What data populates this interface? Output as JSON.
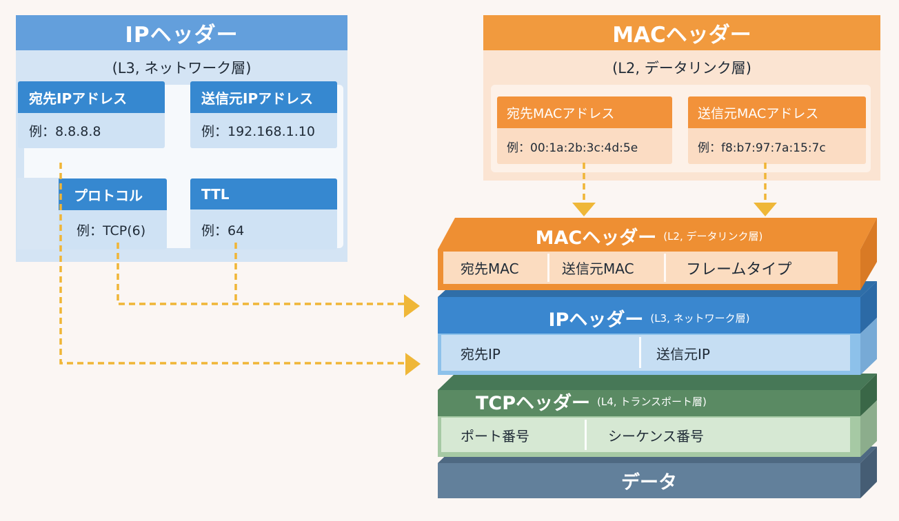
{
  "ip_card": {
    "title": "IPヘッダー",
    "subtitle": "(L3, ネットワーク層)",
    "fields": [
      {
        "label": "宛先IPアドレス",
        "example": "例：8.8.8.8"
      },
      {
        "label": "送信元IPアドレス",
        "example": "例：192.168.1.10"
      },
      {
        "label": "プロトコル",
        "example": "例：TCP(6)"
      },
      {
        "label": "TTL",
        "example": "例：64"
      }
    ]
  },
  "mac_card": {
    "title": "MACヘッダー",
    "subtitle": "(L2, データリンク層)",
    "fields": [
      {
        "label": "宛先MACアドレス",
        "example": "例：00:1a:2b:3c:4d:5e"
      },
      {
        "label": "送信元MACアドレス",
        "example": "例：f8:b7:97:7a:15:7c"
      }
    ]
  },
  "stack": {
    "mac_layer": {
      "title": "MACヘッダー",
      "subtitle": "(L2, データリンク層)",
      "cells": [
        "宛先MAC",
        "送信元MAC",
        "フレームタイプ"
      ]
    },
    "ip_layer": {
      "title": "IPヘッダー",
      "subtitle": "(L3, ネットワーク層)",
      "cells": [
        "宛先IP",
        "送信元IP"
      ]
    },
    "tcp_layer": {
      "title": "TCPヘッダー",
      "subtitle": "(L4, トランスポート層)",
      "cells": [
        "ポート番号",
        "シーケンス番号"
      ]
    },
    "data_layer": {
      "title": "データ"
    }
  },
  "colors": {
    "ip_blue": "#3688d0",
    "mac_orange": "#f19a3e",
    "tcp_green": "#5a8a63",
    "data_slate": "#5d7892",
    "arrow_yellow": "#f0b536",
    "background": "#fbf6f3"
  }
}
